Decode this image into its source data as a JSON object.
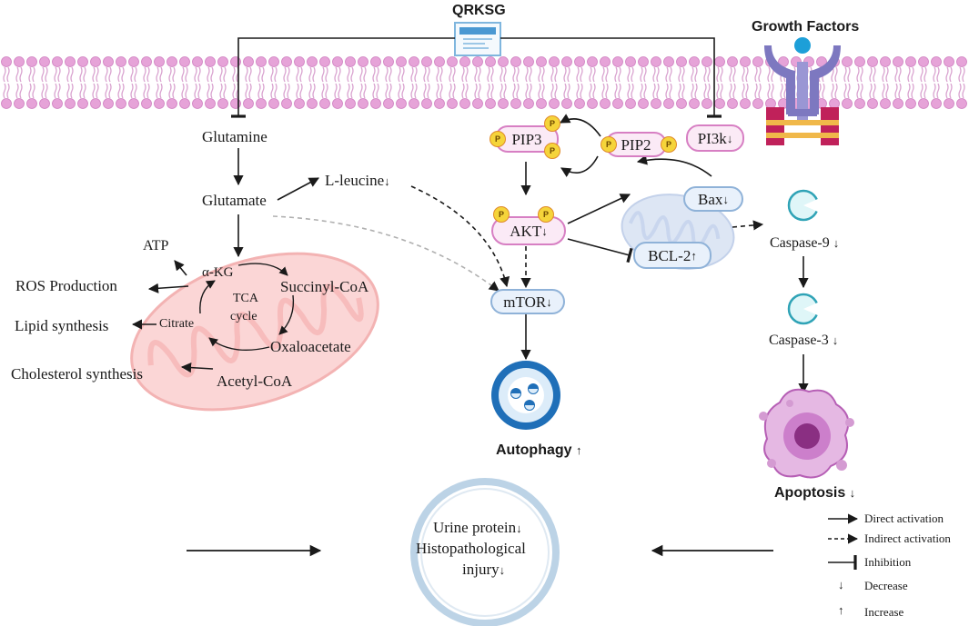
{
  "drug": "QRKSG",
  "receptor": "Growth Factors",
  "left_pathway": {
    "glutamine": "Glutamine",
    "glutamate": "Glutamate",
    "l_leucine": "L-leucine",
    "tca": {
      "a_kg": "α-KG",
      "succinyl": "Succinyl-CoA",
      "citrate": "Citrate",
      "oxaloacetate": "Oxaloacetate",
      "acetyl": "Acetyl-CoA",
      "tca_label": "TCA",
      "cycle_label": "cycle"
    },
    "outputs": {
      "atp": "ATP",
      "ros": "ROS Production",
      "lipid": "Lipid synthesis",
      "cholesterol": "Cholesterol synthesis"
    }
  },
  "signaling": {
    "pip3": "PIP3",
    "pip2": "PIP2",
    "pi3k": "PI3k",
    "akt": "AKT",
    "mtor": "mTOR",
    "bax": "Bax",
    "bcl2": "BCL-2",
    "phospho": "P"
  },
  "apoptosis_path": {
    "casp9": "Caspase-9",
    "casp3": "Caspase-3",
    "apoptosis": "Apoptosis"
  },
  "autophagy": "Autophagy",
  "outcome": {
    "line1": "Urine protein",
    "line2": "Histopathological",
    "line3": "injury"
  },
  "symbols": {
    "down": "↓",
    "up": "↑"
  },
  "legend": {
    "direct": "Direct activation",
    "indirect": "Indirect activation",
    "inhibition": "Inhibition",
    "decrease": "Decrease",
    "increase": "Increase"
  },
  "colors": {
    "membrane": "#e8a6dc",
    "mitochondria": "#f7c5c5",
    "pink_border": "#d77fc3",
    "blue_border": "#8fb2d8",
    "caspase": "#2fa3b6",
    "apoptotic_cell": "#b65fb5",
    "autophagy_ring": "#1f6fb8",
    "receptor": "#7d78c0",
    "receptor_base": "#c0215a"
  }
}
